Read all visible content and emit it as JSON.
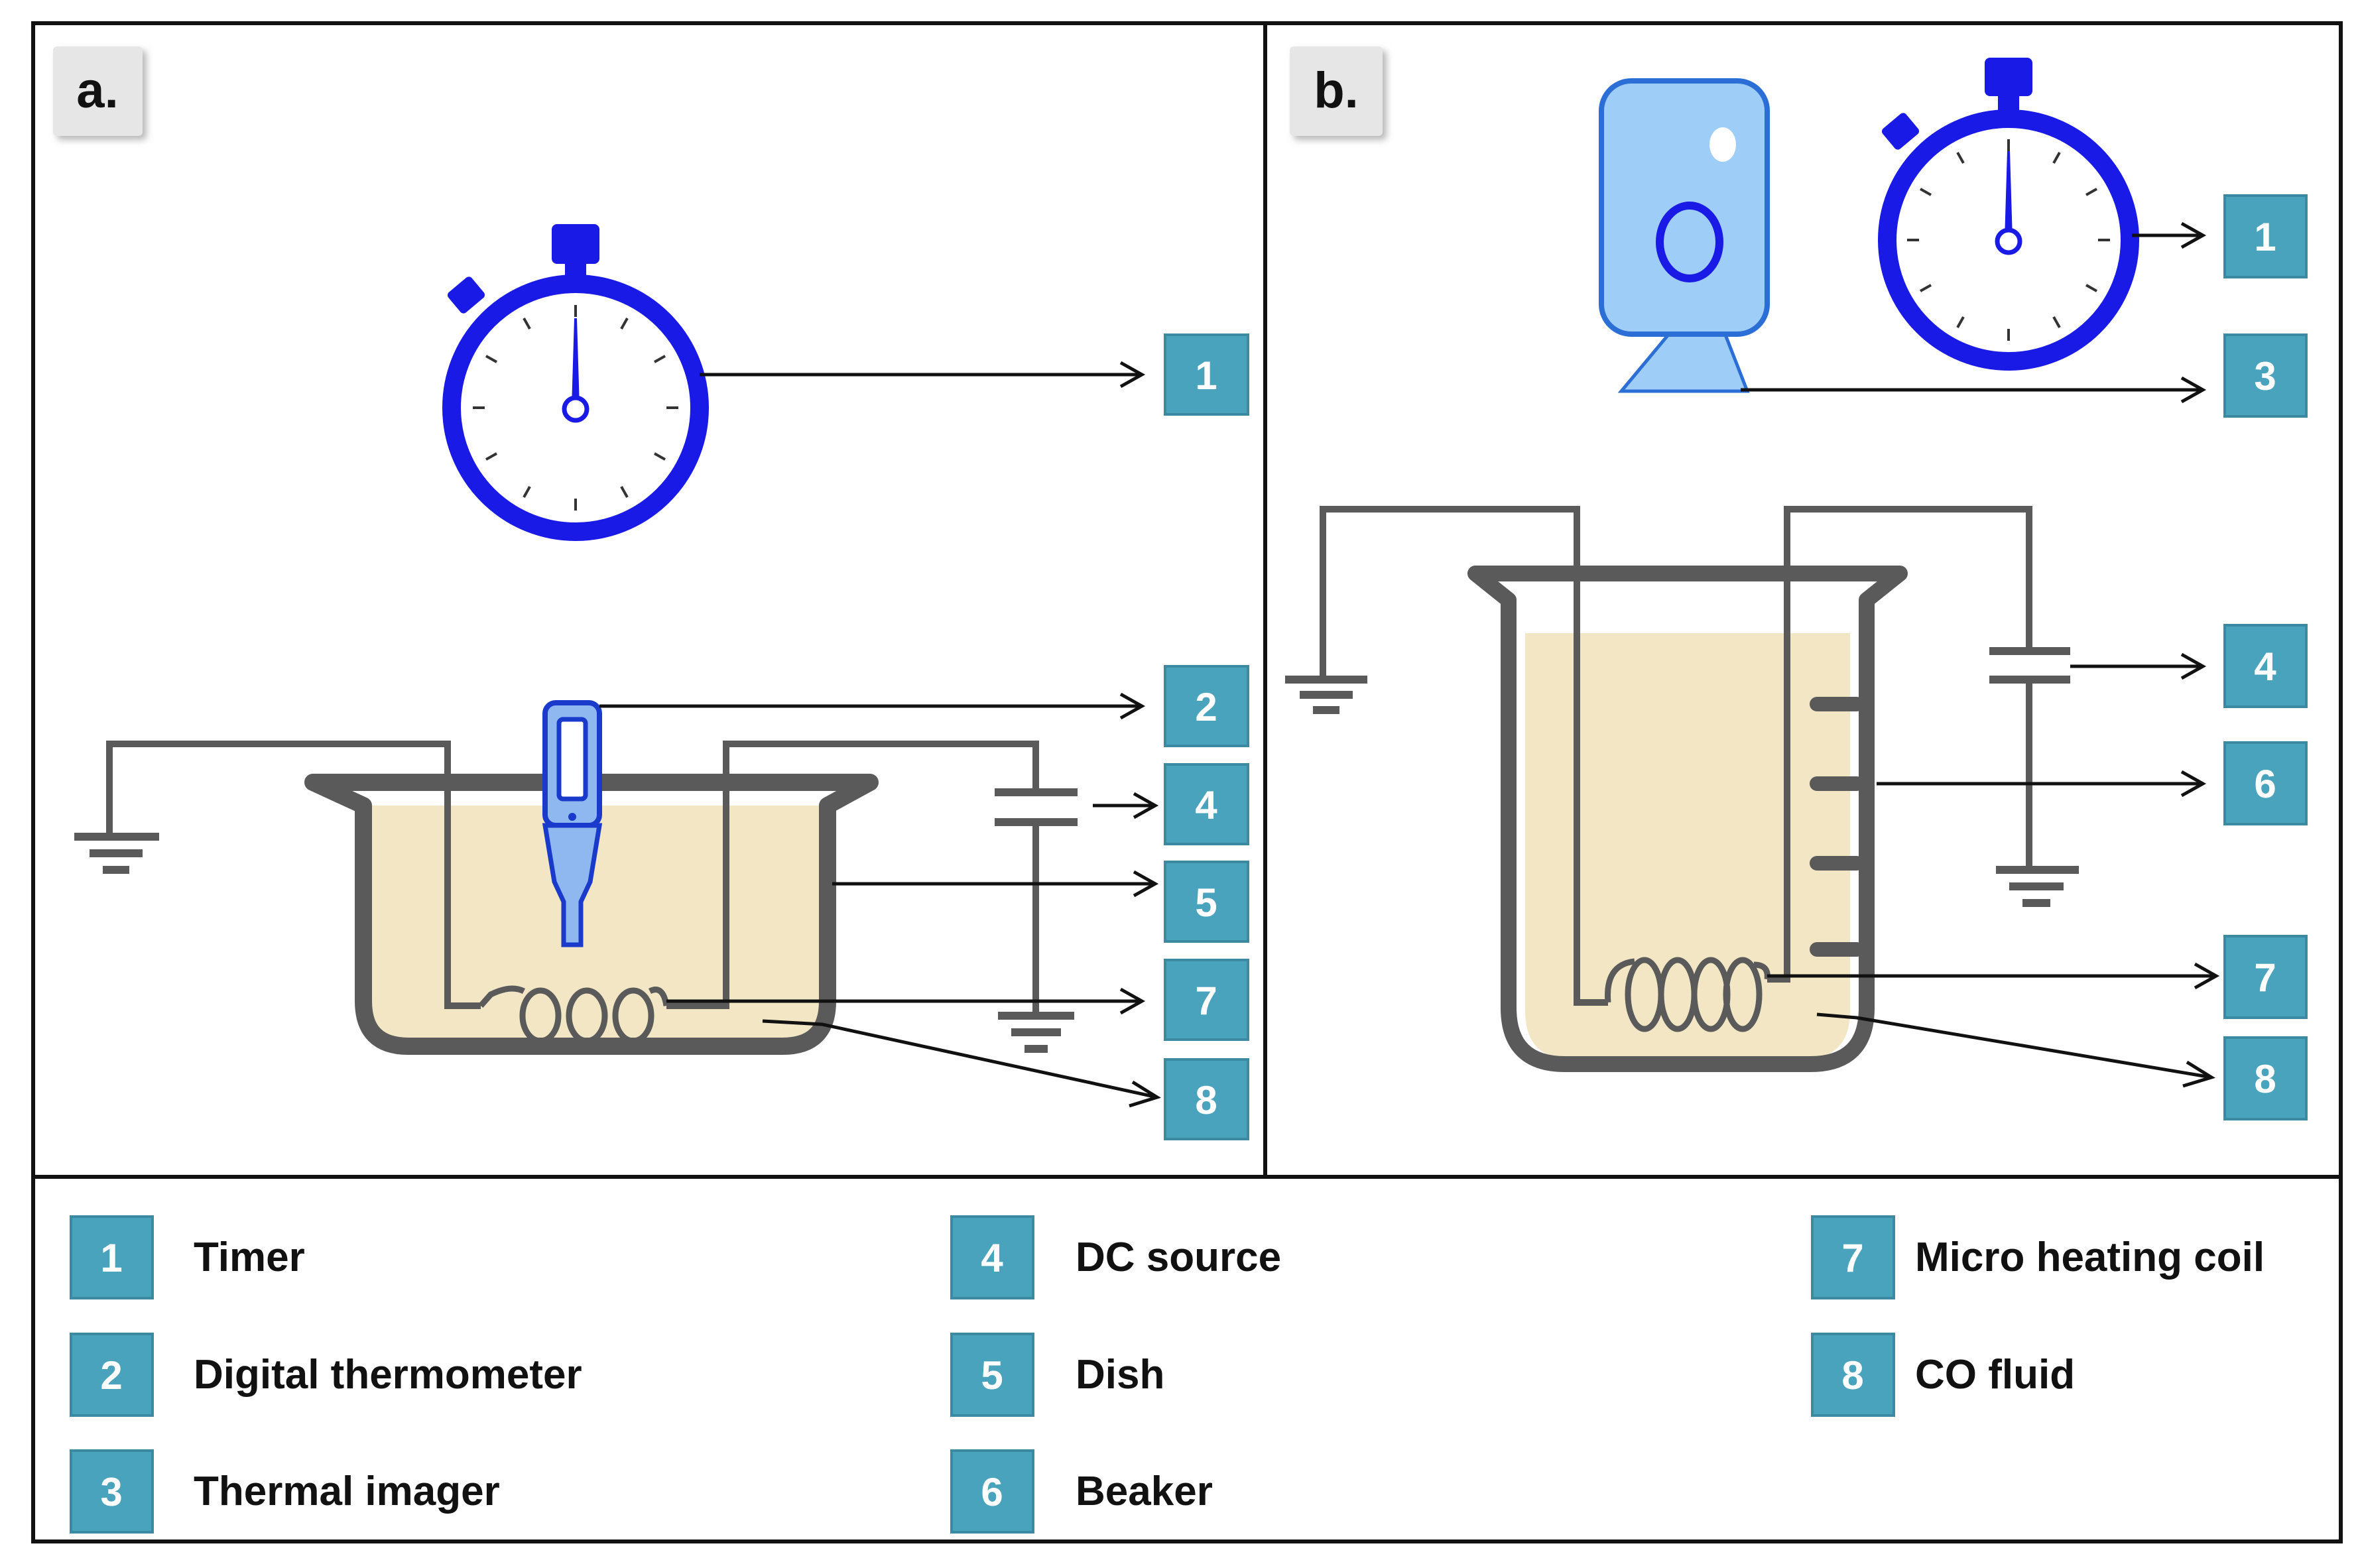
{
  "panels": {
    "a": {
      "tag": "a."
    },
    "b": {
      "tag": "b."
    }
  },
  "callouts": {
    "a": [
      "1",
      "2",
      "4",
      "5",
      "7",
      "8"
    ],
    "b": [
      "1",
      "3",
      "4",
      "6",
      "7",
      "8"
    ]
  },
  "legend": [
    {
      "number": "1",
      "label": "Timer"
    },
    {
      "number": "2",
      "label": "Digital thermometer"
    },
    {
      "number": "3",
      "label": "Thermal imager"
    },
    {
      "number": "4",
      "label": "DC source"
    },
    {
      "number": "5",
      "label": "Dish"
    },
    {
      "number": "6",
      "label": "Beaker"
    },
    {
      "number": "7",
      "label": "Micro heating coil"
    },
    {
      "number": "8",
      "label": "CO fluid"
    }
  ],
  "colors": {
    "badge": "#4aa3bd",
    "badge_border": "#3c8aa1",
    "timer": "#1a1ae6",
    "vessel": "#5a5a5a",
    "fluid": "#f2e6c4",
    "imager": "#9ecdf7",
    "thermometer": "#8fb8f0",
    "arrow": "#111111"
  }
}
